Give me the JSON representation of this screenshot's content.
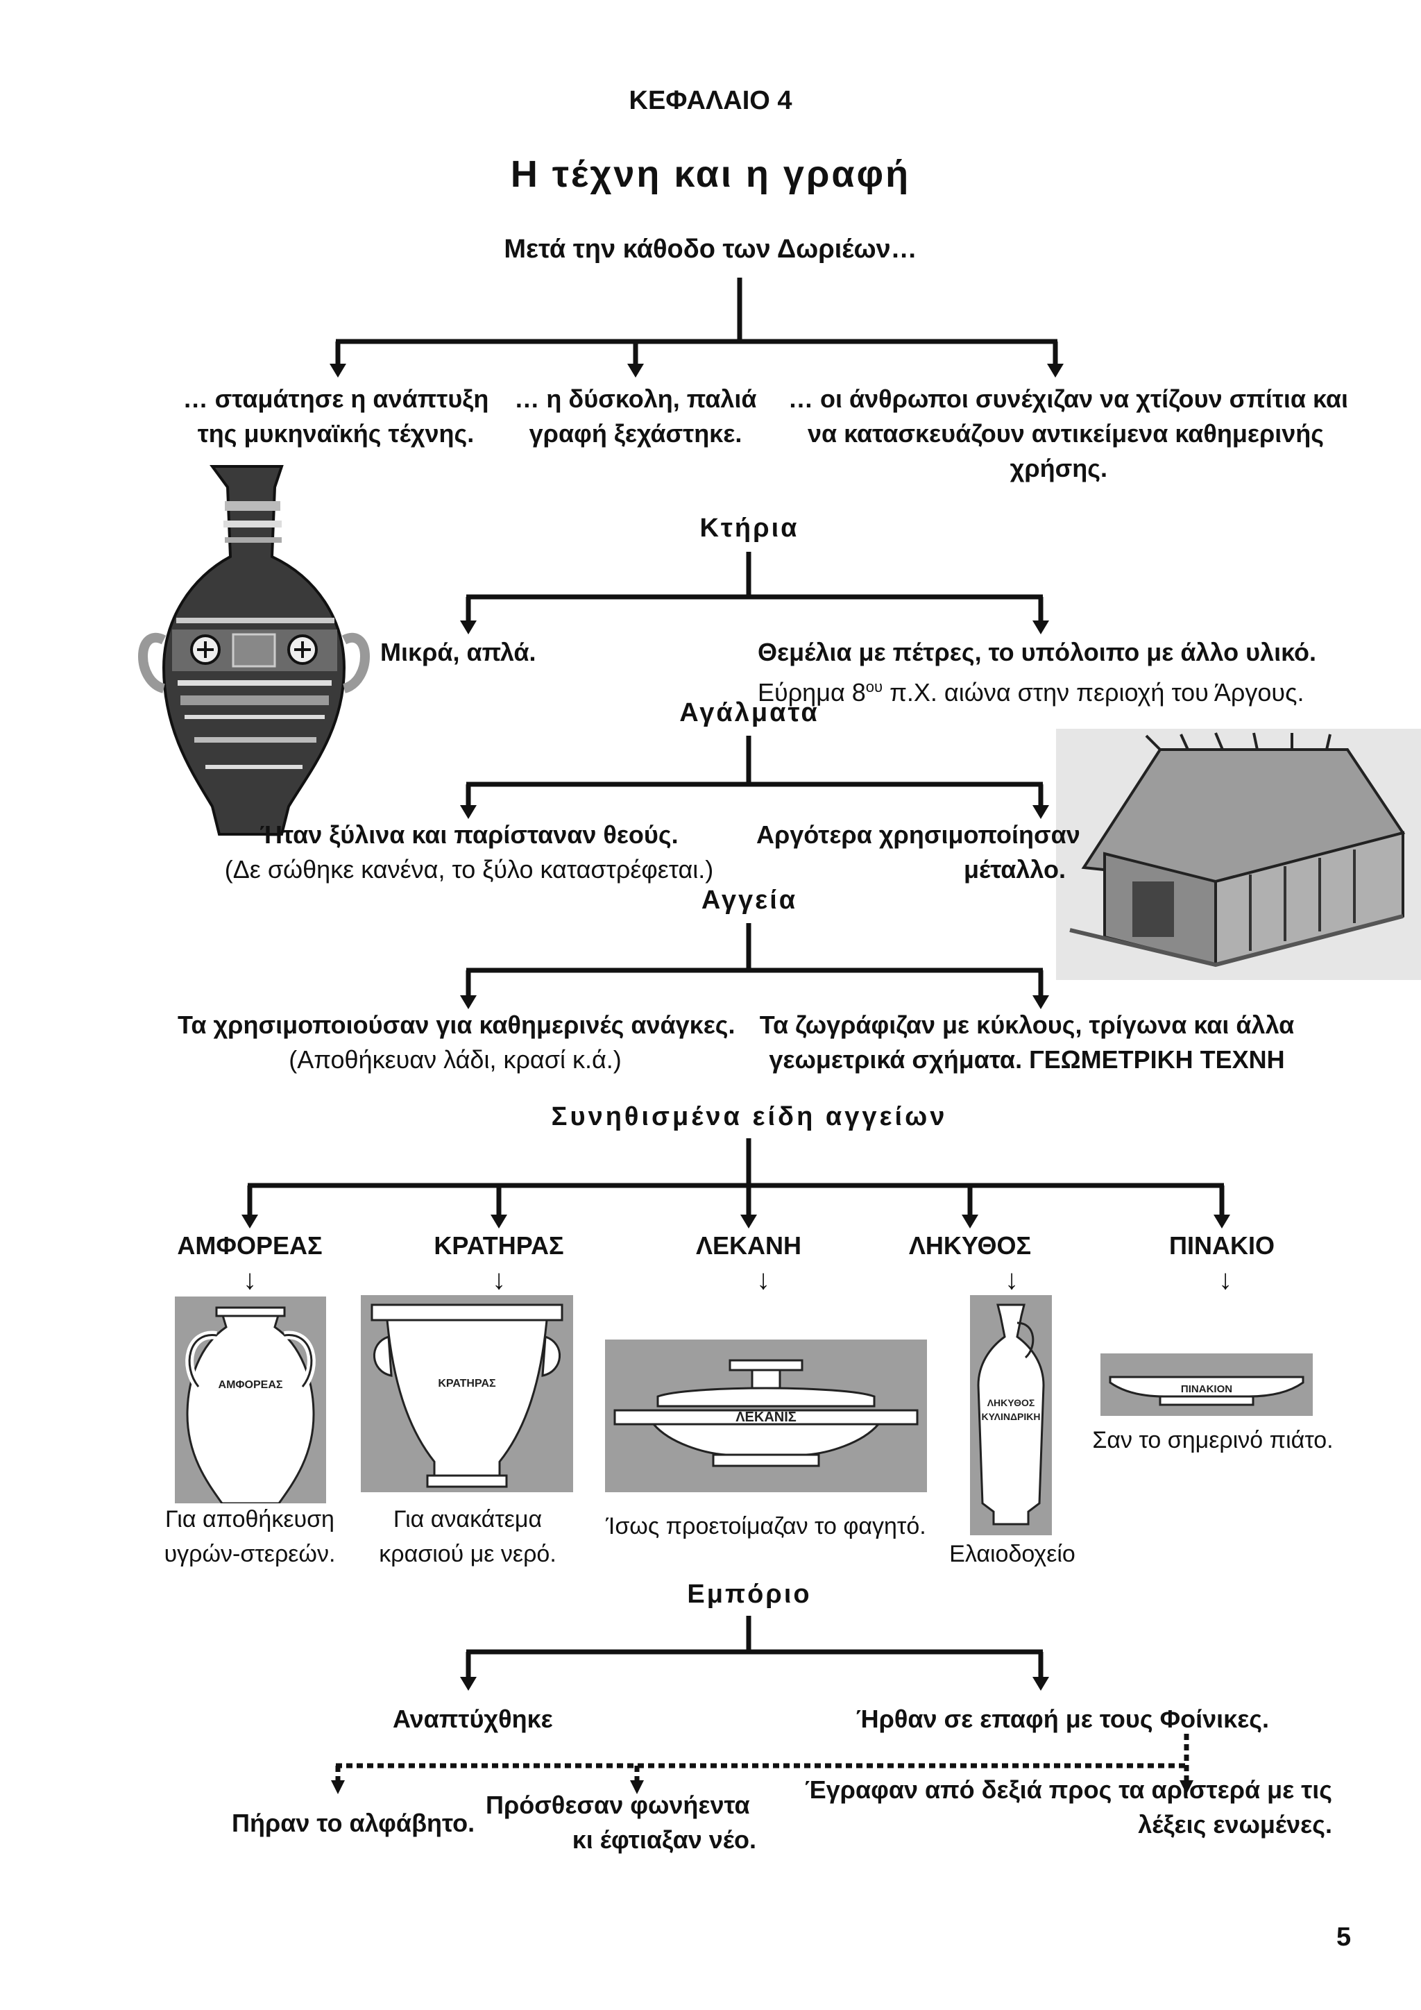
{
  "chapter": "ΚΕΦΑΛΑΙΟ 4",
  "title": "Η τέχνη και η γραφή",
  "intro": "Μετά την κάθοδο των Δωριέων…",
  "branches": {
    "left": [
      "… σταμάτησε η ανάπτυξη",
      "της μυκηναϊκής τέχνης."
    ],
    "middle": [
      "… η δύσκολη, παλιά",
      "γραφή ξεχάστηκε."
    ],
    "right": [
      "… οι άνθρωποι συνέχιζαν να χτίζουν σπίτια και",
      "να κατασκευάζουν αντικείμενα καθημερινής",
      "χρήσης."
    ]
  },
  "buildings": {
    "heading": "Κτήρια",
    "left": "Μικρά, απλά.",
    "right_bold": "Θεμέλια με πέτρες, το υπόλοιπο με άλλο υλικό.",
    "right_note_prefix": "Εύρημα 8",
    "right_note_sup": "ου",
    "right_note_suffix": " π.Χ. αιώνα στην περιοχή του Άργους."
  },
  "statues": {
    "heading": "Αγάλματα",
    "left_bold": "Ήταν ξύλινα και παρίσταναν θεούς.",
    "left_note": "(Δε σώθηκε κανένα, το ξύλο καταστρέφεται.)",
    "right": [
      "Αργότερα χρησιμοποίησαν",
      "μέταλλο."
    ]
  },
  "vessels": {
    "heading": "Αγγεία",
    "left_bold": "Τα χρησιμοποιούσαν για καθημερινές ανάγκες.",
    "left_note": "(Αποθήκευαν λάδι, κρασί κ.ά.)",
    "right": [
      "Τα ζωγράφιζαν με κύκλους, τρίγωνα και άλλα",
      "γεωμετρικά σχήματα. ΓΕΩΜΕΤΡΙΚΗ ΤΕΧΝΗ"
    ]
  },
  "vessel_types": {
    "heading": "Συνηθισμένα είδη αγγείων",
    "arrow": "↓",
    "items": [
      {
        "name": "ΑΜΦΟΡΕΑΣ",
        "img_label": "ΑΜΦΟΡΕΑΣ",
        "caption": [
          "Για αποθήκευση",
          "υγρών-στερεών."
        ]
      },
      {
        "name": "ΚΡΑΤΗΡΑΣ",
        "img_label": "ΚΡΑΤΗΡΑΣ",
        "caption": [
          "Για ανακάτεμα",
          "κρασιού με νερό."
        ]
      },
      {
        "name": "ΛΕΚΑΝΗ",
        "img_label": "ΛΕΚΑΝΙΣ",
        "caption": [
          "Ίσως προετοίμαζαν το φαγητό."
        ]
      },
      {
        "name": "ΛΗΚΥΘΟΣ",
        "img_label": [
          "ΛΗΚΥΘΟΣ",
          "ΚΥΛΙΝΔΡΙΚΗ"
        ],
        "caption": [
          "Ελαιοδοχείο"
        ]
      },
      {
        "name": "ΠΙΝΑΚΙΟ",
        "img_label": "ΠΙΝΑΚΙΟΝ",
        "caption": [
          "Σαν το σημερινό πιάτο."
        ]
      }
    ]
  },
  "trade": {
    "heading": "Εμπόριο",
    "left": "Αναπτύχθηκε",
    "right": "Ήρθαν σε επαφή με τους Φοίνικες.",
    "sub1": "Πήραν το αλφάβητο.",
    "sub2": [
      "Πρόσθεσαν φωνήεντα",
      "κι έφτιαξαν νέο."
    ],
    "sub3": [
      "Έγραφαν από δεξιά προς τα αριστερά με τις",
      "λέξεις ενωμένες."
    ]
  },
  "page_number": "5"
}
